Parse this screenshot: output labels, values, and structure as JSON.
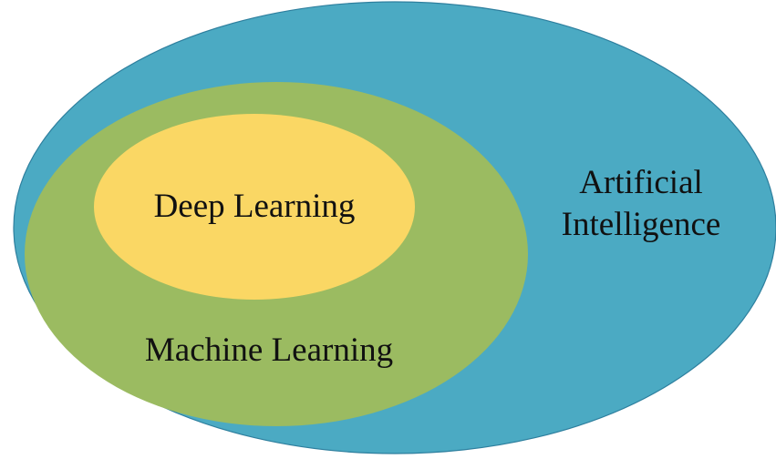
{
  "diagram": {
    "outer": {
      "label_line1": "Artificial",
      "label_line2": "Intelligence",
      "color": "#4BAAC3"
    },
    "middle": {
      "label": "Machine Learning",
      "color": "#9BBB61"
    },
    "inner": {
      "label": "Deep Learning",
      "color": "#FAD764"
    },
    "edge_color": "#2E7F9E"
  }
}
